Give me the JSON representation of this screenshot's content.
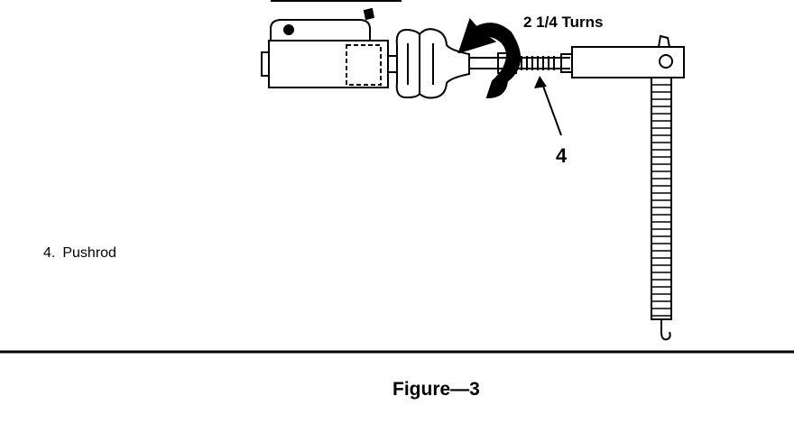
{
  "figure": {
    "turns_label": "2 1/4 Turns",
    "callout_number": "4",
    "legend": {
      "number": "4.",
      "label": "Pushrod"
    },
    "caption": "Figure—3"
  },
  "colors": {
    "ink": "#000000",
    "paper": "#ffffff"
  }
}
